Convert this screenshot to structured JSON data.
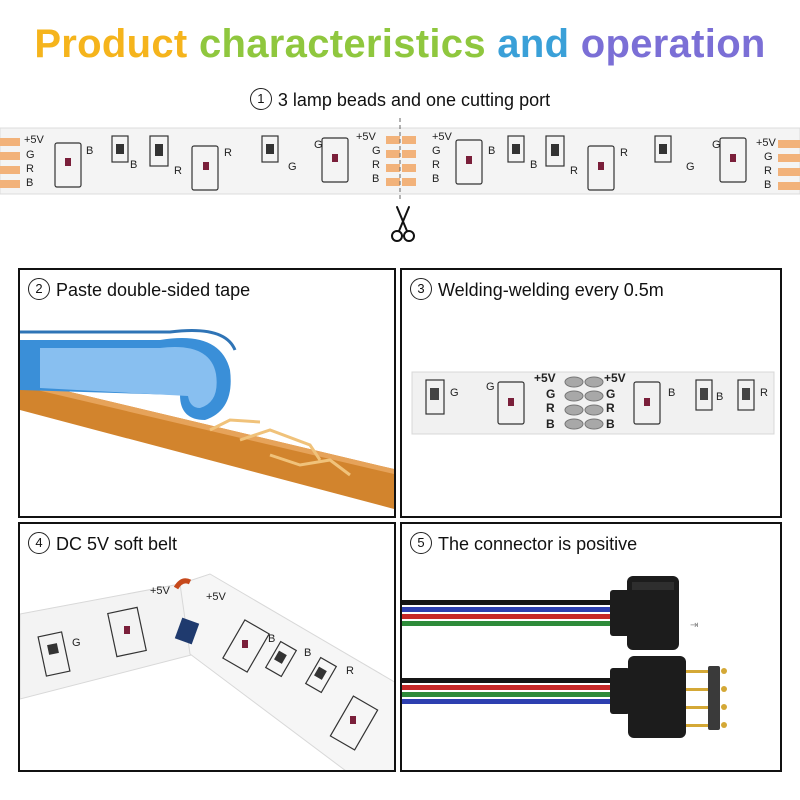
{
  "title": {
    "words": [
      {
        "text": "Product",
        "color": "#f5b41c"
      },
      {
        "text": "characteristics",
        "color": "#8fc73e"
      },
      {
        "text": "and",
        "color": "#3aa0d8"
      },
      {
        "text": "operation",
        "color": "#7b6fd6"
      }
    ]
  },
  "features": [
    {
      "num": "1",
      "text": "3 lamp beads and one cutting port"
    },
    {
      "num": "2",
      "text": "Paste double-sided tape"
    },
    {
      "num": "3",
      "text": "Welding-welding every 0.5m"
    },
    {
      "num": "4",
      "text": "DC 5V soft belt"
    },
    {
      "num": "5",
      "text": "The connector is positive"
    }
  ],
  "strip": {
    "pins": [
      "+5V",
      "G",
      "R",
      "B"
    ],
    "bead_letters": [
      "B",
      "R",
      "G"
    ]
  },
  "colors": {
    "strip_bg": "#f3f3f3",
    "pad": "#f2b27a",
    "bead_frame": "#333333",
    "tape_blue": "#3a8fd8",
    "pcb_orange": "#c8741f",
    "wire_red": "#c62828",
    "wire_green": "#2e8b3a",
    "wire_blue": "#2d3fb0",
    "wire_black": "#151515",
    "connector": "#1c1c1c",
    "pin_gold": "#d4a836"
  },
  "icons": [
    "scissors-icon"
  ]
}
